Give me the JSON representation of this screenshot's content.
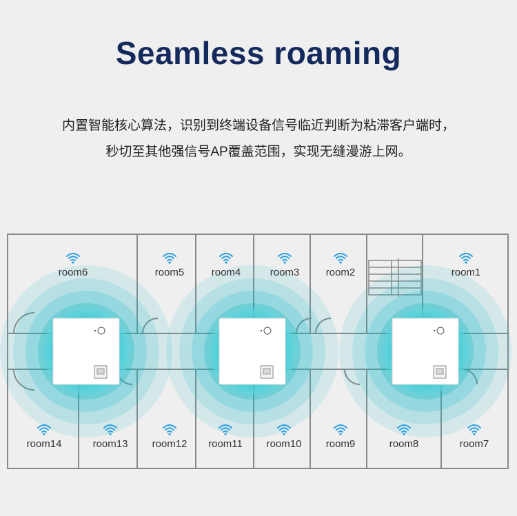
{
  "title": "Seamless roaming",
  "description": {
    "line1": "内置智能核心算法，识别到终端设备信号临近判断为粘滞客户端时，",
    "line2": "秒切至其他强信号AP覆盖范围，实现无缝漫游上网。"
  },
  "floorplan": {
    "rooms_top": [
      "room6",
      "room5",
      "room4",
      "room3",
      "room2",
      "room1"
    ],
    "rooms_bottom": [
      "room14",
      "room13",
      "room12",
      "room11",
      "room10",
      "room9",
      "room8",
      "room7"
    ],
    "wifi_icon": "wifi-icon",
    "coverage_color": "#14b8c8",
    "wifi_color": "#2b9fe0"
  }
}
